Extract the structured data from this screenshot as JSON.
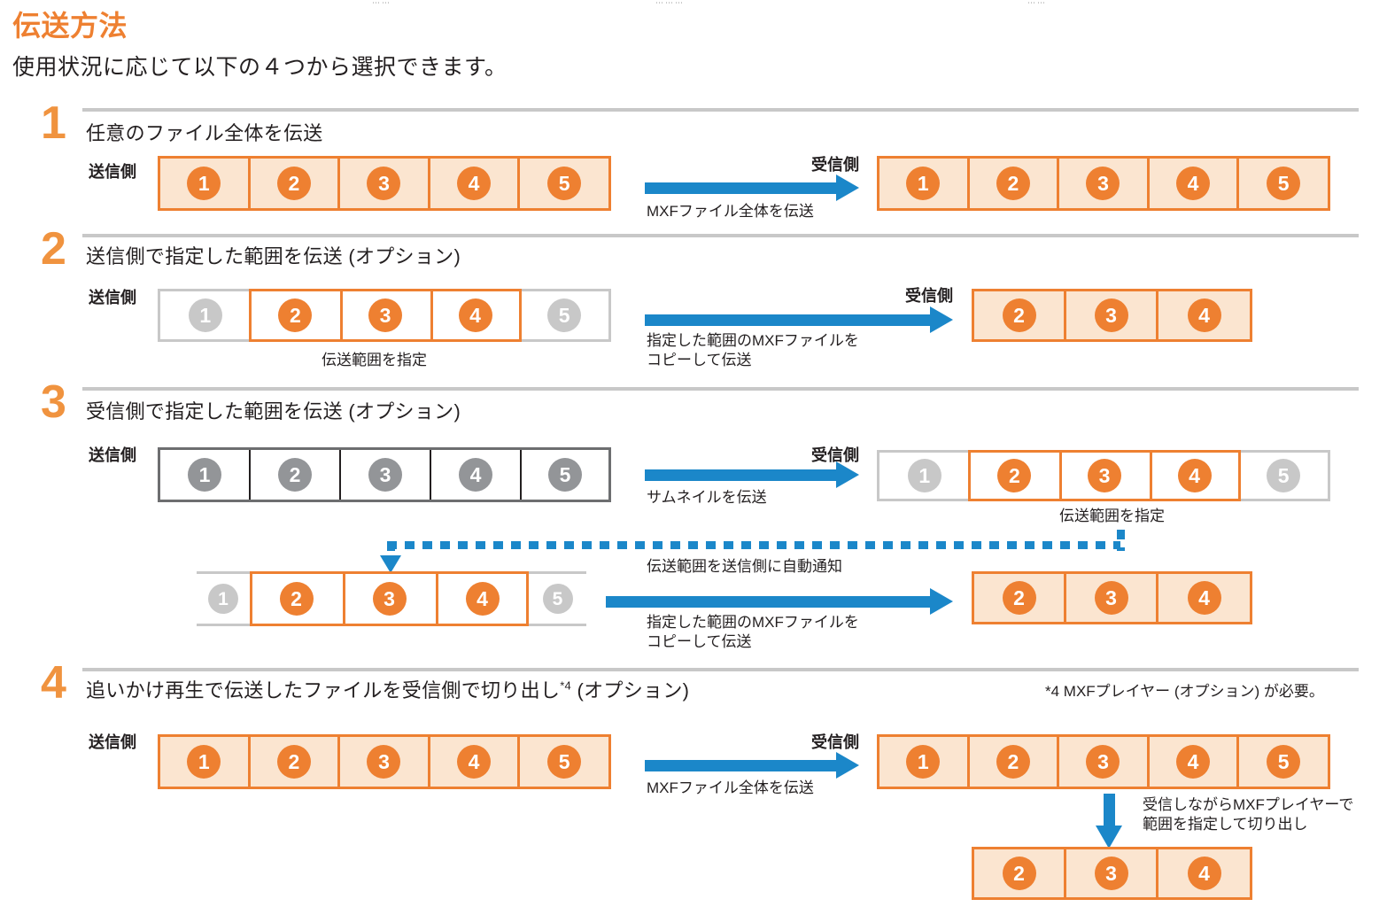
{
  "page": {
    "title": "伝送方法",
    "subtitle": "使用状況に応じて以下の４つから選択できます。",
    "accent_color": "#ee8031",
    "fill_color": "#fbe5d0",
    "arrow_color": "#1b87c9",
    "gray_color": "#c8c8c8",
    "dark_gray_color": "#6d6e70"
  },
  "labels": {
    "sender": "送信側",
    "receiver": "受信側"
  },
  "steps": [
    {
      "number": "1",
      "title": "任意のファイル全体を伝送",
      "sender_cells": [
        "1",
        "2",
        "3",
        "4",
        "5"
      ],
      "arrow_caption": "MXFファイル全体を伝送",
      "receiver_cells": [
        "1",
        "2",
        "3",
        "4",
        "5"
      ]
    },
    {
      "number": "2",
      "title": "送信側で指定した範囲を伝送 (オプション)",
      "sender_cells": [
        "1",
        "2",
        "3",
        "4",
        "5"
      ],
      "sender_selected": [
        "2",
        "3",
        "4"
      ],
      "range_caption": "伝送範囲を指定",
      "arrow_caption": "指定した範囲のMXFファイルを\nコピーして伝送",
      "receiver_cells": [
        "2",
        "3",
        "4"
      ]
    },
    {
      "number": "3",
      "title": "受信側で指定した範囲を伝送 (オプション)",
      "sender_cells": [
        "1",
        "2",
        "3",
        "4",
        "5"
      ],
      "arrow_caption": "サムネイルを伝送",
      "receiver_cells": [
        "1",
        "2",
        "3",
        "4",
        "5"
      ],
      "receiver_selected": [
        "2",
        "3",
        "4"
      ],
      "range_caption": "伝送範囲を指定",
      "notify_caption": "伝送範囲を送信側に自動通知",
      "row2_sender_cells": [
        "1",
        "2",
        "3",
        "4",
        "5"
      ],
      "row2_sender_selected": [
        "2",
        "3",
        "4"
      ],
      "row2_arrow_caption": "指定した範囲のMXFファイルを\nコピーして伝送",
      "row2_receiver_cells": [
        "2",
        "3",
        "4"
      ]
    },
    {
      "number": "4",
      "title": "追いかけ再生で伝送したファイルを受信側で切り出し",
      "title_sup": "*4",
      "title_tail": " (オプション)",
      "footnote": "*4 MXFプレイヤー (オプション) が必要。",
      "sender_cells": [
        "1",
        "2",
        "3",
        "4",
        "5"
      ],
      "arrow_caption": "MXFファイル全体を伝送",
      "receiver_cells": [
        "1",
        "2",
        "3",
        "4",
        "5"
      ],
      "cut_caption": "受信しながらMXFプレイヤーで\n範囲を指定して切り出し",
      "cut_cells": [
        "2",
        "3",
        "4"
      ]
    }
  ]
}
